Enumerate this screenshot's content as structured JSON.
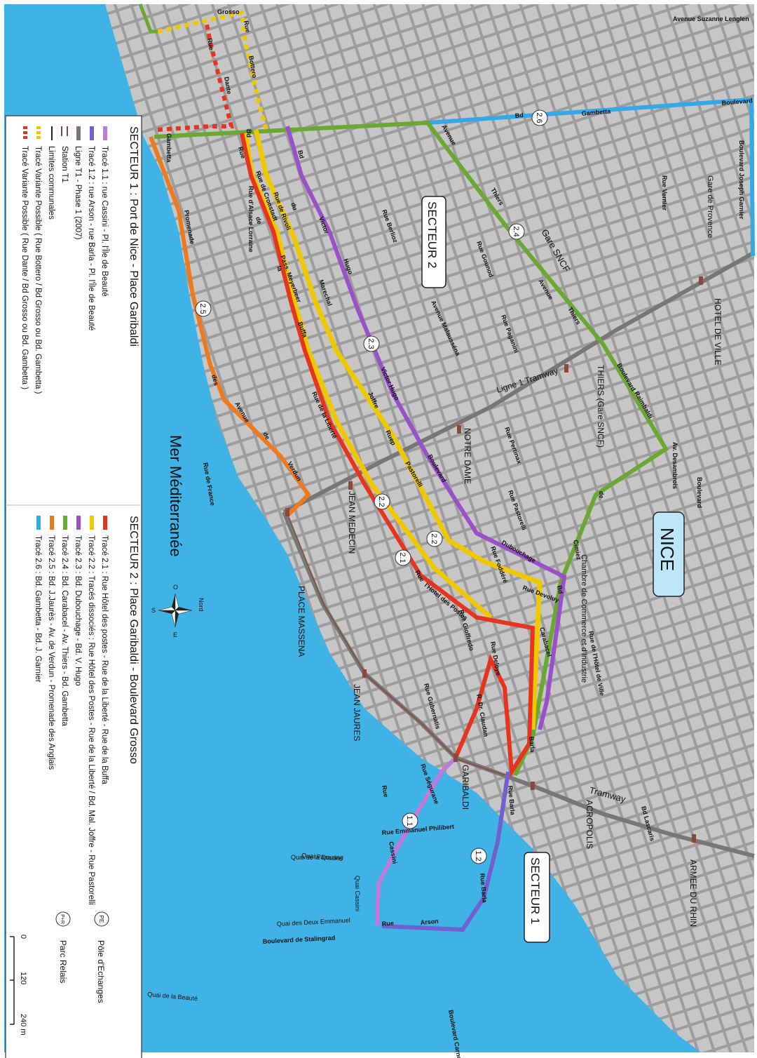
{
  "colors": {
    "sea": "#3fb3e6",
    "land": "#b9b9b9",
    "tr11": "#c07ad8",
    "tr12": "#7060d0",
    "tr21": "#e8331f",
    "tr22": "#f0c800",
    "tr23": "#9a50c8",
    "tr24": "#6aa832",
    "tr25": "#ee7a1e",
    "tr26": "#35a8e8",
    "t1": "#777777",
    "station": "#8a4a3a",
    "limits": "#222222"
  },
  "map": {
    "sea_label": "Mer Méditerranée",
    "city_label": "NICE",
    "sector1_label": "SECTEUR 1",
    "sector2_label": "SECTEUR 2",
    "districts": [
      "HOTEL DE VILLE",
      "THIERS (Gare SNCF)",
      "NOTRE DAME",
      "JEAN MEDECIN",
      "PLACE MASSENA",
      "JEAN JAURES",
      "GARIBALDI",
      "ACROPOLIS",
      "ARMEE DU RHIN"
    ],
    "gare_sncf": "Gare SNCF",
    "gare_provence": "Gare de Provence",
    "chambre": "Chambre de Commerce et d'Industrie",
    "ligne1_label": "Ligne 1 Tramway",
    "tramway_label": "Tramway",
    "quai_douane": "Quai de la Douane",
    "quai_cassini": "Quai Cassini",
    "quai_papacino": "Quai Papacino",
    "quai_beaute": "Quai de la Beauté",
    "quai_emmanuel": "Quai des Deux Emmanuel",
    "route_labels": {
      "r11": "1.1",
      "r12": "1.2",
      "r21": "2.1",
      "r22a": "2.2",
      "r22b": "2.2",
      "r23": "2.3",
      "r24": "2.4",
      "r25": "2.5",
      "r26": "2.6"
    },
    "streets": {
      "grosso": "Grosso",
      "bottero": "Bottero",
      "dante": "Dante",
      "rue_a": "Rue",
      "rue_b": "Rue",
      "gambetta_s1": "Gambetta",
      "bd": "Bd",
      "gambetta_top": "Gambetta",
      "boulevard_top": "Boulevard",
      "bd_top": "Bd",
      "avenue_thiers": "Avenue",
      "thiers": "Thiers",
      "thiers2": "Thiers",
      "avenue2": "Avenue",
      "boulevard_r": "Boulevard",
      "raimbaldi": "Raimbaldi",
      "av_desambrois": "Av. Desambrois",
      "de": "de",
      "cimiez": "Cimiez",
      "boulevard_cim": "Boulevard",
      "victor": "Victor",
      "hugo": "Hugo",
      "bd_vh": "Bd",
      "victor_hugo2": "Victor Hugo",
      "boulevard_vh": "Boulevard",
      "dubouchage": "Dubouchage",
      "bd_dub": "Bd",
      "du": "du",
      "marechal": "Marechal",
      "joffre": "Joffre",
      "ruep": "Ruep",
      "pastorelli": "Pastorelli",
      "rue_la": "Rue",
      "de_la": "de",
      "la": "la",
      "buffa": "Buffa",
      "rue_liberte": "Rue de la Liberté",
      "rue_hotel": "Rue",
      "hotel_postes": "l'Hotel des Postes",
      "rue_prefecture": "Rue Foddéré",
      "rue_devoluy": "Rue Devoluy",
      "carabacel": "Carabacel",
      "rue_deloye": "Rue Deloye",
      "rue_dr": "R. Dr. Ciaudan",
      "promenade": "Promenade",
      "des": "des",
      "avenue_v": "Avenue",
      "de_v": "de",
      "verdun": "Verdun",
      "rue_cassini": "Rue",
      "cassini": "Cassini",
      "rue_barla": "Rue Barla",
      "rue_barla2": "Rue Barla",
      "rue_arson": "Rue",
      "arson": "Arson",
      "rue_barla3": "Barla",
      "boulevard_rhin": "Boulevard Joseph Garnier",
      "rue_france": "Rue de France",
      "bd_stalingrad": "Boulevard de Stalingrad",
      "av_suzanne": "Avenue Suzanne Lenglen",
      "rue_gounod": "Rue Gounod",
      "rue_berlioz": "Rue Berlioz",
      "rue_rivoli": "Rue de Rivoli",
      "rue_cronstadt": "Rue de Cronstadt",
      "pass_meyerbeer": "Pass. Meyerbeer",
      "rue_paganini": "Rue Paganini",
      "rue_alsace": "Rue d'Alsace Lorraine",
      "rue_pertinax": "Rue Pertinax",
      "rue_gioffredo": "Rue Gioffredo",
      "rue_pastorelli2": "Rue Pastorelli",
      "av_malausséna": "Avenue Malausséna",
      "rue_gubernatis": "Rue Gubernatis",
      "rue_lascaris": "Bd Lascaris",
      "rue_segurane": "Rue Ségurane",
      "rue_emmanuel": "Rue Emmanuel Philibert",
      "bd_carnot": "Boulevard Carnot",
      "rue_vernier": "Rue Vernier",
      "bd_dubouchage2": "Gambetta",
      "rue_france2": "Rue de France",
      "rue_hotel_ville": "Rue de l'Hôtel de Ville"
    }
  },
  "legend": {
    "sector1_title": "SECTEUR 1 : Port de Nice - Place Garibaldi",
    "sector1_items": [
      "Tracé 1.1 : rue Cassini - Pl. l'Île de Beauté",
      "Tracé 1.2 : rue Arson - rue Barla - Pl. l'Île de Beauté",
      "Ligne T1 - Phase 1 (2007)",
      "Station T1",
      "Limites communales",
      "Tracé Variante Possible ( Rue Bottero / Bd Grosso ou Bd. Gambetta )",
      "Tracé Variante Possible ( Rue Dante  / Bd Grosso ou Bd. Gambetta )"
    ],
    "sector2_title": "SECTEUR 2 : Place Garibaldi - Boulevard Grosso",
    "sector2_items": [
      "Tracé 2.1 : Rue Hôtel des postes - Rue de la Liberté - Rue de la Buffa",
      "Tracé 2.2 : Tracés dissociés : Rue Hôtel des Postes - Rue de la Liberté / Bd. Mal. Joffre - Rue Pastorelli",
      "Tracé 2.3 : Bd. Dubouchage - Bd. V. Hugo",
      "Tracé 2.4 : Bd. Carabacel - Av. Thiers - Bd. Gambetta",
      "Tracé 2.5 : Bd. J.Jaurès - Av. de Verdun - Promenade des Anglais",
      "Tracé 2.6 : Bd. Gambetta - Bd. J. Garnier"
    ],
    "pe_badge": "PE",
    "pe_label": "Pôle d'Echanges",
    "pr_badge": "P+R",
    "pr_label": "Parc Relais",
    "scale_0": "0",
    "scale_120": "120",
    "scale_240": "240 m",
    "north": "Nord",
    "compass_o": "O",
    "compass_e": "E",
    "compass_s": "S"
  }
}
